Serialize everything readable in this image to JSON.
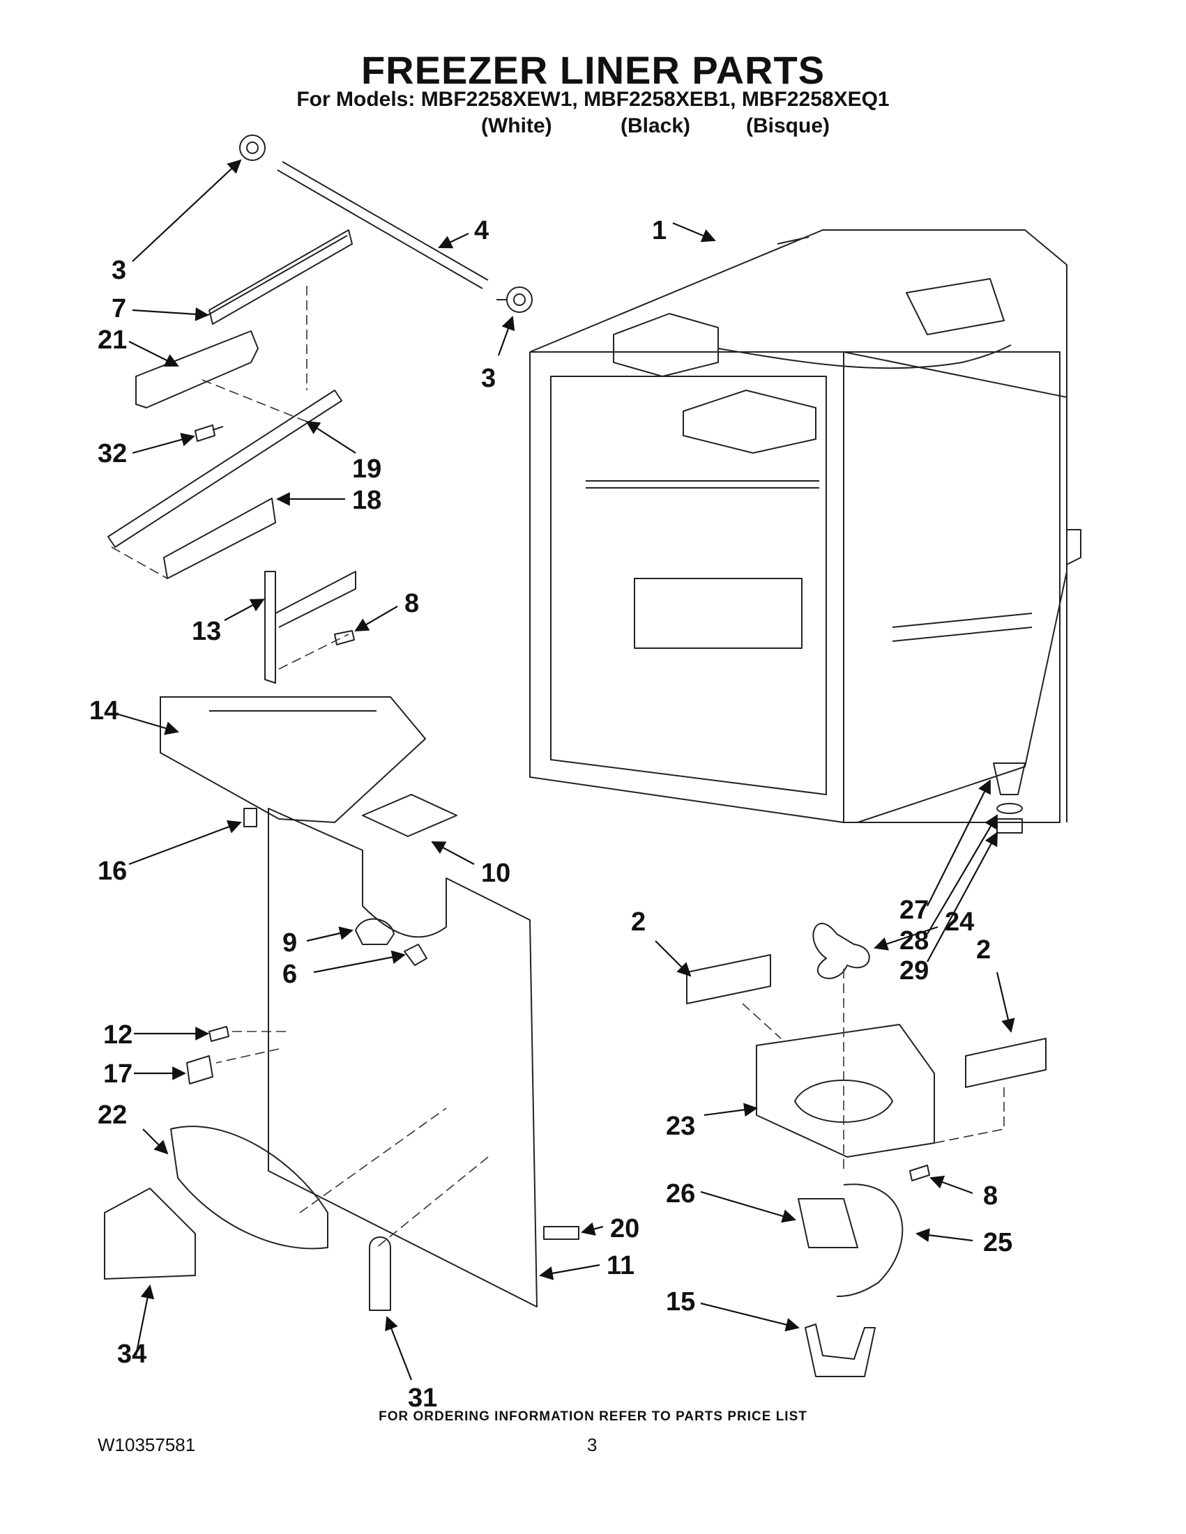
{
  "header": {
    "title": "FREEZER LINER PARTS",
    "models_line": "For Models: MBF2258XEW1, MBF2258XEB1, MBF2258XEQ1",
    "variants": [
      "(White)",
      "(Black)",
      "(Bisque)"
    ]
  },
  "callouts": [
    "1",
    "2",
    "2",
    "3",
    "3",
    "4",
    "6",
    "7",
    "8",
    "8",
    "9",
    "10",
    "11",
    "12",
    "13",
    "14",
    "15",
    "16",
    "17",
    "18",
    "19",
    "20",
    "21",
    "22",
    "23",
    "24",
    "25",
    "26",
    "27",
    "28",
    "29",
    "31",
    "32",
    "34"
  ],
  "footer": {
    "ordering_note": "FOR ORDERING INFORMATION REFER TO PARTS PRICE LIST",
    "document_number": "W10357581",
    "page_number": "3"
  }
}
